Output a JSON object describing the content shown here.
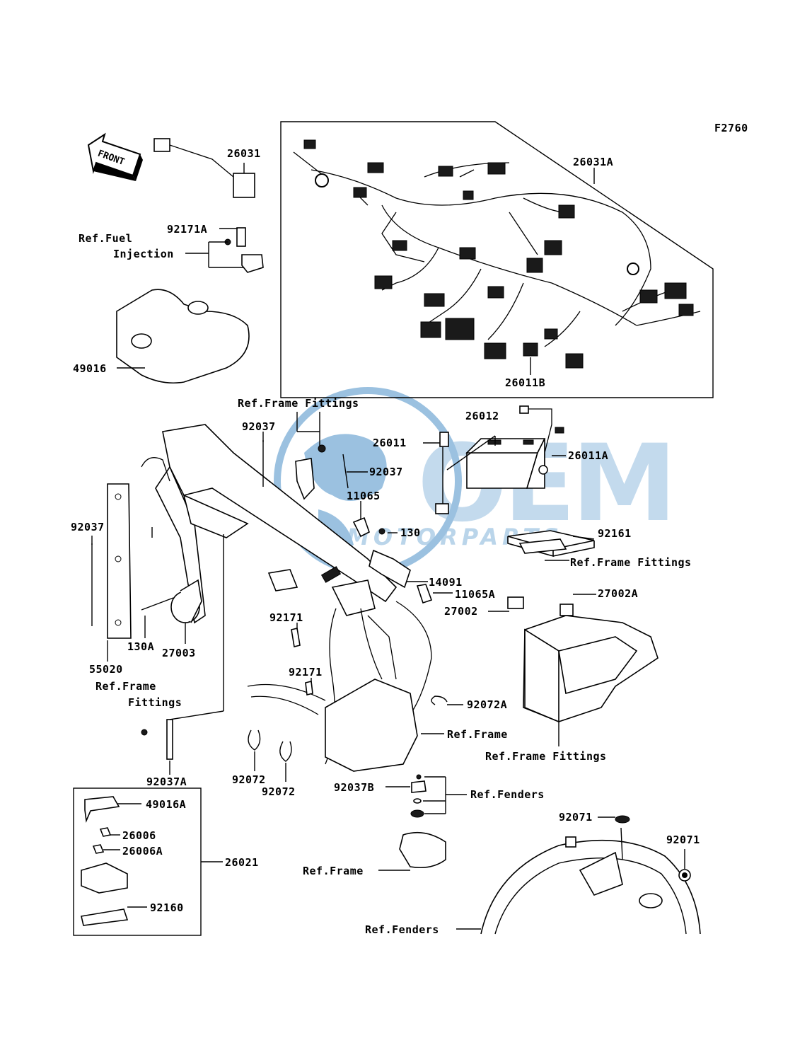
{
  "figure_code": "F2760",
  "front_label": "FRONT",
  "watermark": {
    "logo": "OEM",
    "tagline": "MOTORPARTS",
    "color": "#4a90c8"
  },
  "labels": {
    "l_26031": "26031",
    "l_26031A": "26031A",
    "l_92171A": "92171A",
    "ref_fuel_1": "Ref.Fuel",
    "ref_fuel_2": "Injection",
    "l_49016": "49016",
    "l_26011B": "26011B",
    "ref_frame_fittings_top": "Ref.Frame Fittings",
    "l_92037_top": "92037",
    "l_92037_mid": "92037",
    "l_92037_left": "92037",
    "l_26012": "26012",
    "l_26011": "26011",
    "l_26011A": "26011A",
    "l_11065": "11065",
    "l_130": "130",
    "l_92161": "92161",
    "l_14091": "14091",
    "ref_frame_fittings_right": "Ref.Frame Fittings",
    "l_11065A": "11065A",
    "l_27002A": "27002A",
    "l_27002": "27002",
    "l_92171_a": "92171",
    "l_130A": "130A",
    "l_27003": "27003",
    "l_55020": "55020",
    "ref_frame_left_1": "Ref.Frame",
    "ref_frame_left_2": "Fittings",
    "l_92171_b": "92171",
    "l_92072A": "92072A",
    "ref_frame_mid": "Ref.Frame",
    "ref_frame_fittings_bottom": "Ref.Frame Fittings",
    "l_92037A": "92037A",
    "l_92072_a": "92072",
    "l_92072_b": "92072",
    "l_92037B": "92037B",
    "ref_fenders_top": "Ref.Fenders",
    "l_92071_a": "92071",
    "l_92071_b": "92071",
    "l_49016A": "49016A",
    "l_26006": "26006",
    "l_26006A": "26006A",
    "l_26021": "26021",
    "l_92160": "92160",
    "ref_frame_bottom": "Ref.Frame",
    "ref_fenders_bottom": "Ref.Fenders"
  }
}
